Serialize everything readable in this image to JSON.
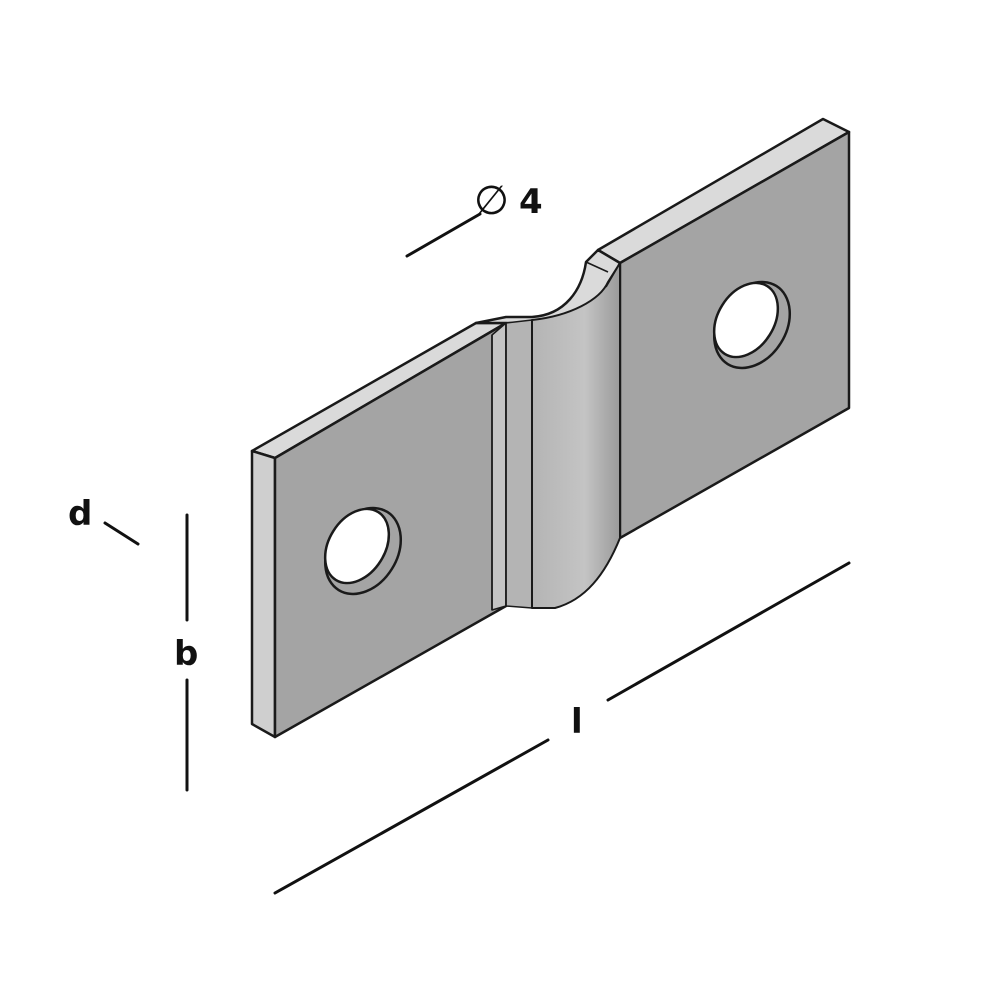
{
  "diagram": {
    "part": "offset-bracket",
    "colors": {
      "background": "#ffffff",
      "outline": "#1a1a1a",
      "face": "#a4a4a4",
      "top_edge": "#dadada",
      "side_edge": "#cfcfcf",
      "bend_light": "#c4c4c4",
      "bend_mid": "#b4b4b4",
      "bend_dark": "#9a9a9a",
      "hole_inner": "#ffffff",
      "dimension_line": "#111111",
      "label": "#111111"
    },
    "dimensions": {
      "hole_diameter_symbol": "∅",
      "hole_diameter_value": "4",
      "thickness": "d",
      "height": "b",
      "length": "l"
    }
  }
}
